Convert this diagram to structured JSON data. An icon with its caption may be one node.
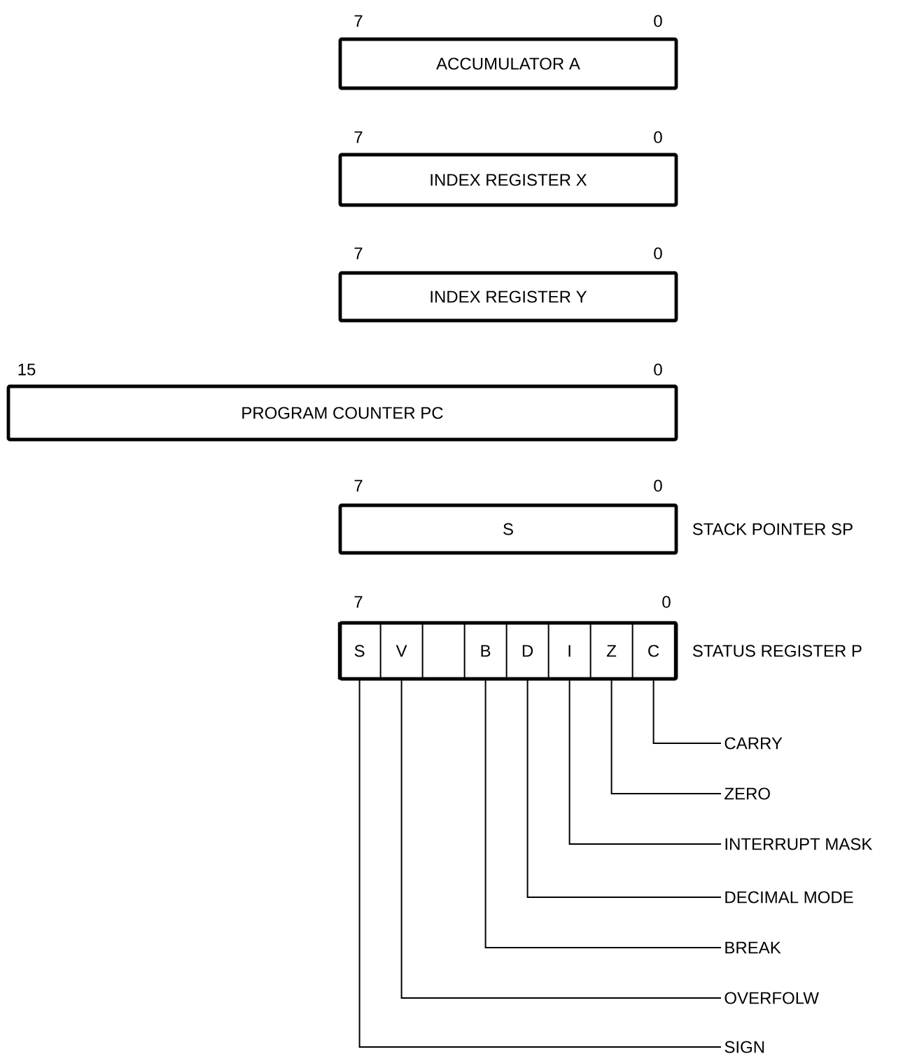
{
  "diagram": {
    "nodes": [
      {
        "text": [
          "ACCUMULATOR A"
        ]
      },
      {
        "text": [
          "INDEX REGISTER X"
        ]
      },
      {
        "text": [
          "INDEX REGISTER Y"
        ]
      },
      {
        "text": [
          "PROGRAM COUNTER PC"
        ]
      },
      {
        "text": [
          "S"
        ],
        "beside": [
          "STACK POINTER SP"
        ]
      },
      {
        "text": [],
        "shape": "box",
        "beside": [
          "STATUS REGISTER P"
        ]
      },
      {
        "text": [
          "S"
        ],
        "in": 5
      },
      {
        "text": [
          "V"
        ],
        "in": 5
      },
      {
        "text": [],
        "shape": "box",
        "in": 5
      },
      {
        "text": [
          "B"
        ],
        "in": 5
      },
      {
        "text": [
          "D"
        ],
        "in": 5
      },
      {
        "text": [
          "I"
        ],
        "in": 5
      },
      {
        "text": [
          "Z"
        ],
        "in": 5
      },
      {
        "text": [
          "C"
        ],
        "in": 5
      },
      {
        "text": [
          "CARRY"
        ]
      },
      {
        "text": [
          "ZERO"
        ]
      },
      {
        "text": [
          "INTERRUPT MASK"
        ]
      },
      {
        "text": [
          "DECIMAL MODE"
        ]
      },
      {
        "text": [
          "BREAK"
        ]
      },
      {
        "text": [
          "OVERFOLW"
        ]
      },
      {
        "text": [
          "SIGN"
        ]
      }
    ],
    "edges": [
      {
        "from": 13,
        "to": 14,
        "arrow": "none"
      },
      {
        "from": 12,
        "to": 15,
        "arrow": "none"
      },
      {
        "from": 11,
        "to": 16,
        "arrow": "none"
      },
      {
        "from": 10,
        "to": 17,
        "arrow": "none"
      },
      {
        "from": 9,
        "to": 18,
        "arrow": "none"
      },
      {
        "from": 7,
        "to": 19,
        "arrow": "none"
      },
      {
        "from": 6,
        "to": 20,
        "arrow": "none"
      }
    ],
    "labels": [
      "7",
      "0",
      "7",
      "0",
      "7",
      "0",
      "15",
      "0",
      "7",
      "0",
      "7",
      "0"
    ]
  }
}
